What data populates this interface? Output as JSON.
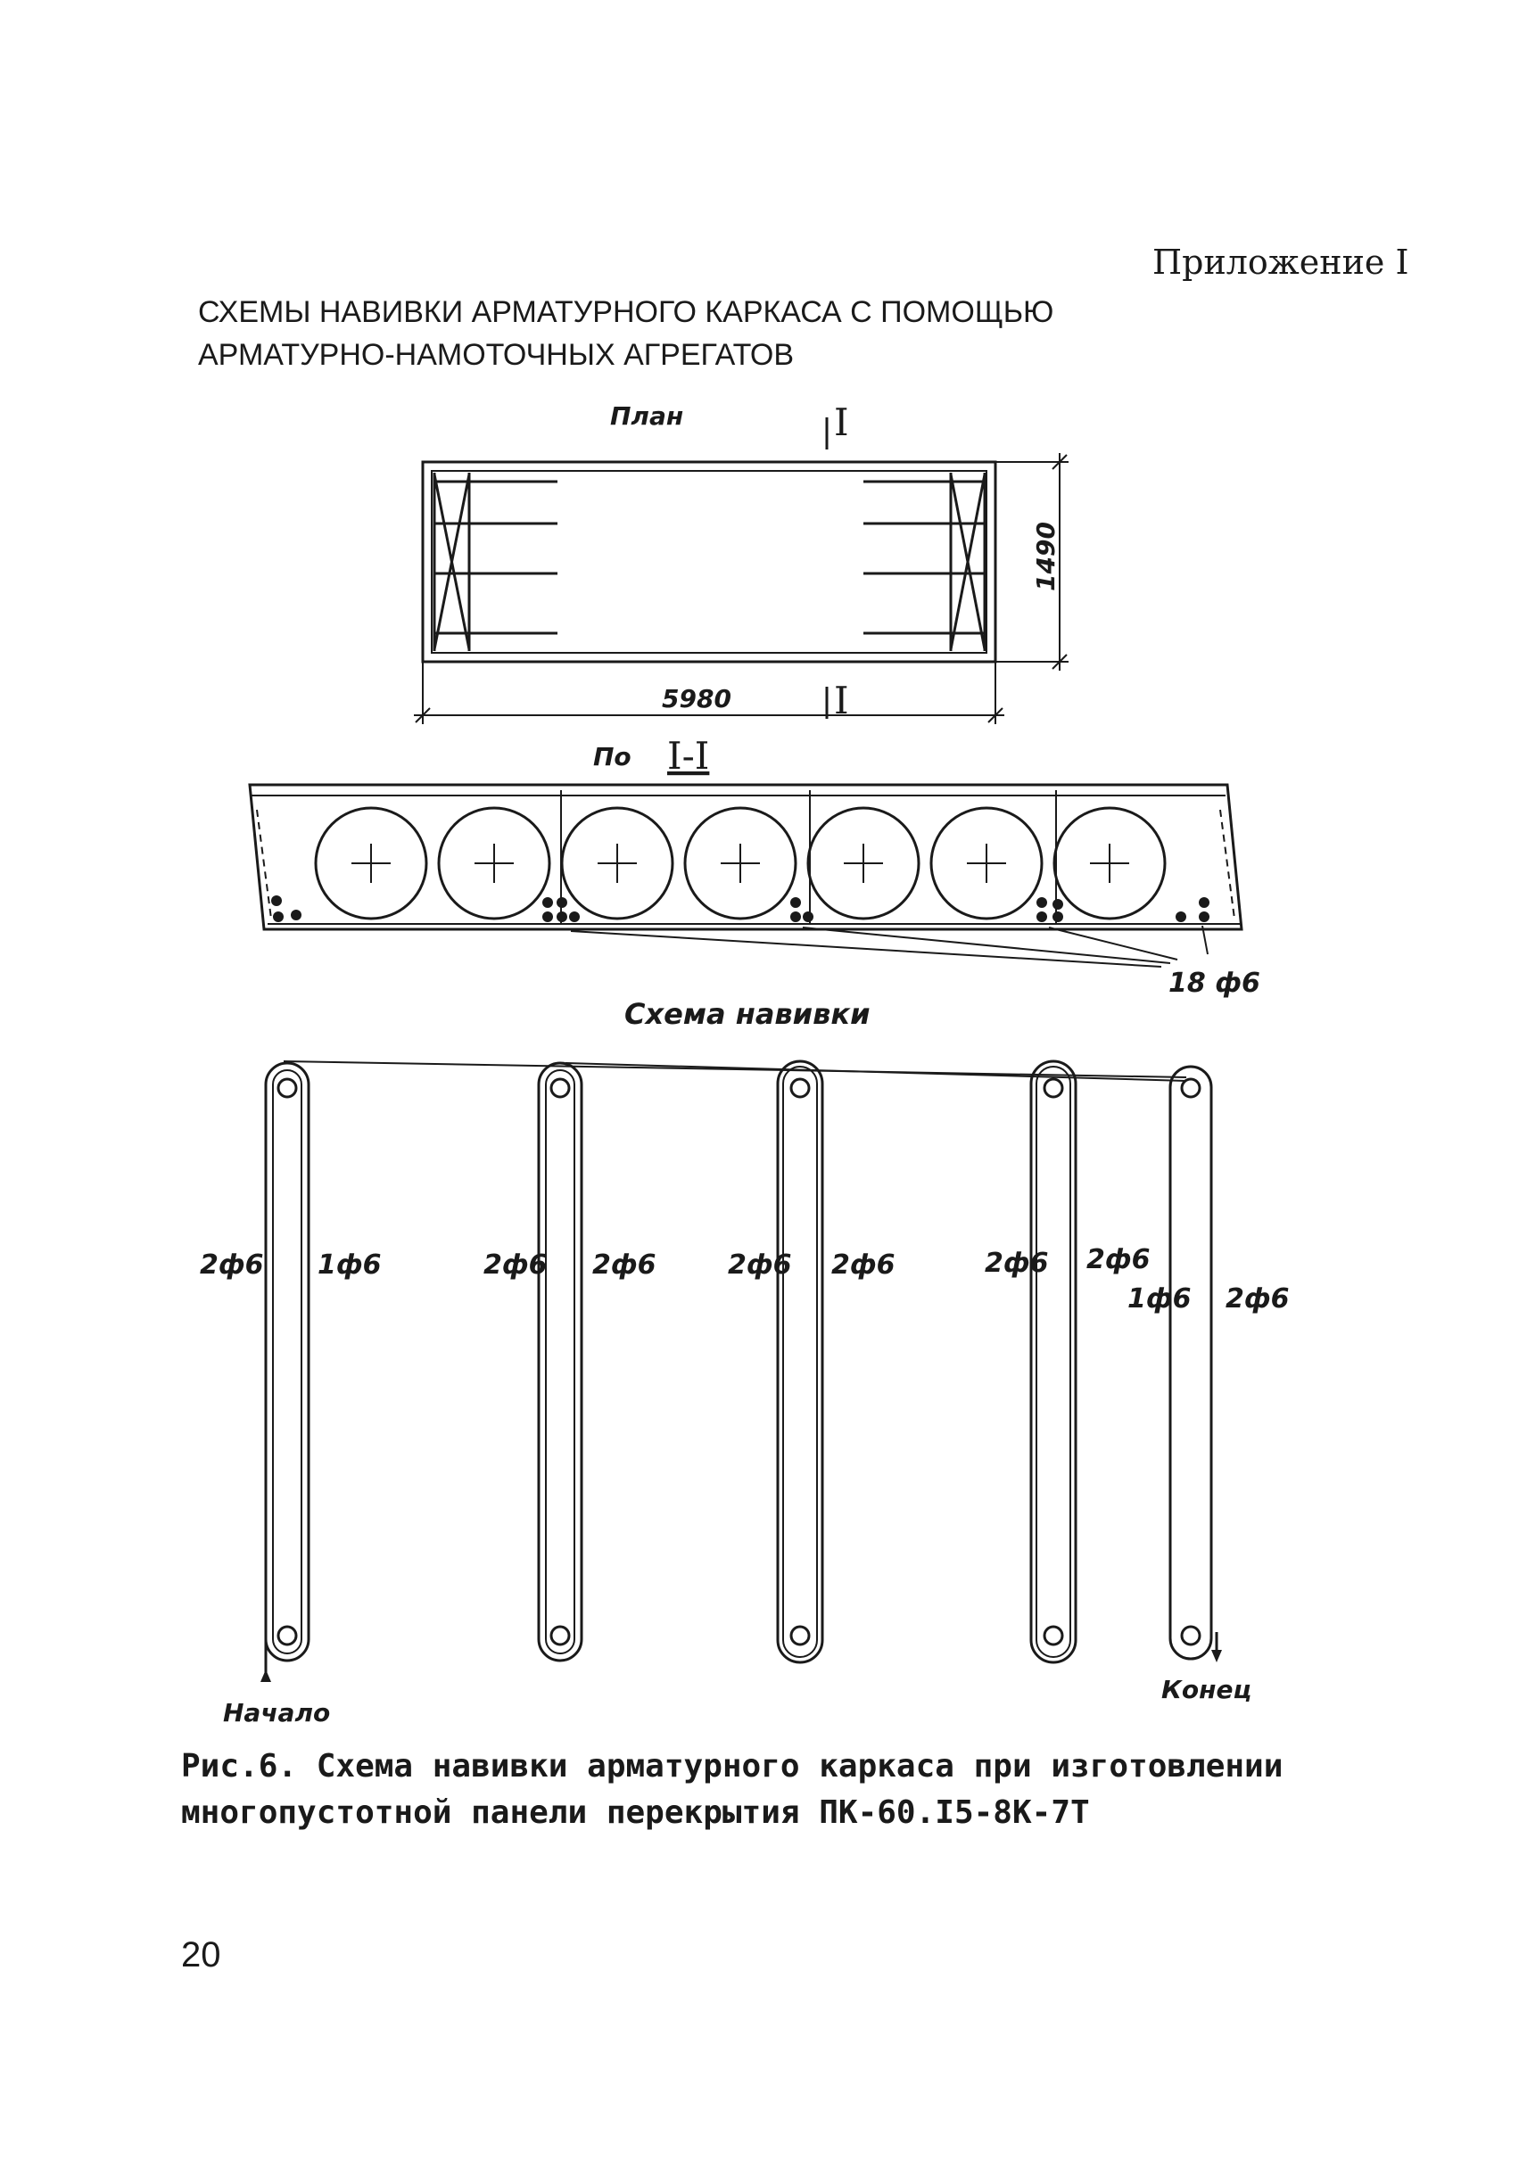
{
  "header": {
    "appendix": "Приложение I"
  },
  "title": {
    "line1": "СХЕМЫ НАВИВКИ АРМАТУРНОГО КАРКАСА С ПОМОЩЬЮ",
    "line2": "АРМАТУРНО-НАМОТОЧНЫХ АГРЕГАТОВ"
  },
  "plan": {
    "label": "План",
    "section_mark": "I",
    "length": "5980",
    "width": "1490"
  },
  "section": {
    "label_prefix": "По",
    "label_mark": "I-I",
    "rebar_label": "18 ф6",
    "void_count": 7
  },
  "winding": {
    "label": "Схема навивки",
    "start_label": "Начало",
    "end_label": "Конец",
    "loop_labels": [
      "2ф6",
      "1ф6",
      "2ф6",
      "2ф6",
      "2ф6",
      "2ф6",
      "2ф6",
      "2ф6",
      "1ф6",
      "2ф6"
    ]
  },
  "caption": {
    "line1": "Рис.6. Схема навивки арматурного каркаса при изготовлении",
    "line2": "многопустотной панели перекрытия ПК-60.I5-8К-7Т"
  },
  "page_number": "20",
  "colors": {
    "ink": "#1a1a1a",
    "paper": "#ffffff"
  }
}
